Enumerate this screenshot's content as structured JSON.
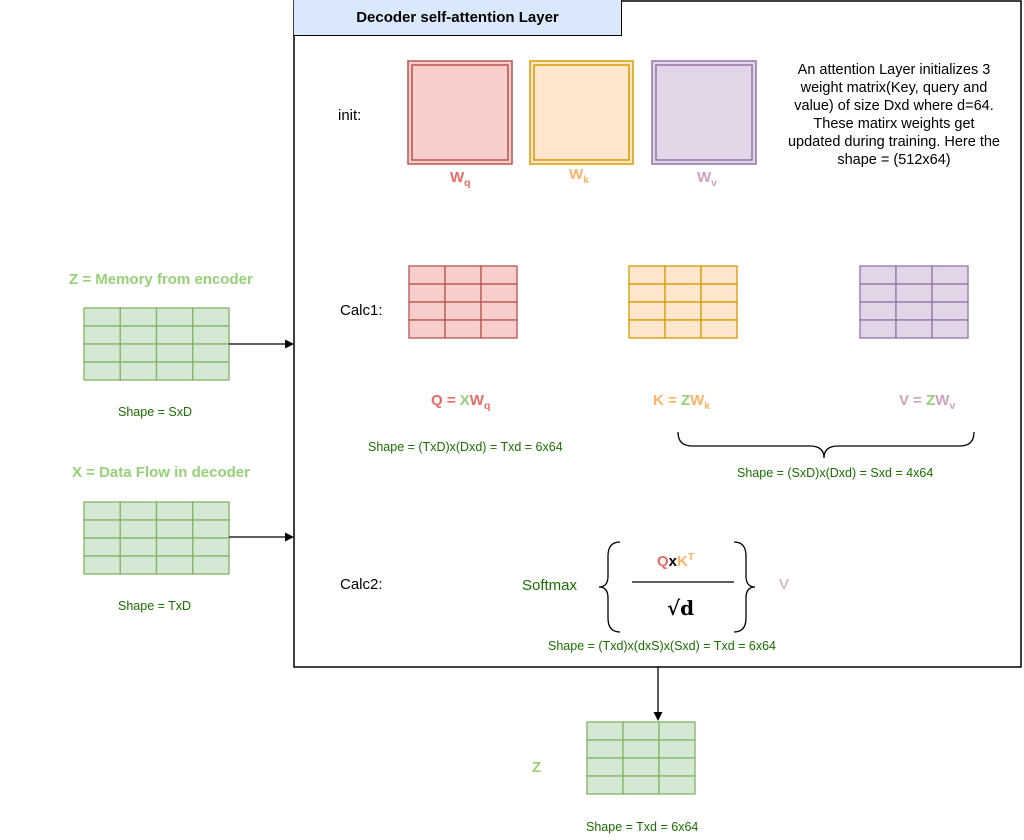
{
  "layer_title": "Decoder self-attention Layer",
  "steps": {
    "init": "init:",
    "calc1": "Calc1:",
    "calc2": "Calc2:"
  },
  "init_description": "An attention Layer initializes 3 weight matrix(Key, query and value) of size Dxd where d=64. These matirx weights get updated during training. Here the shape = (512x64)",
  "weights": {
    "wq": {
      "base": "W",
      "sub": "q"
    },
    "wk": {
      "base": "W",
      "sub": "k"
    },
    "wv": {
      "base": "W",
      "sub": "v"
    }
  },
  "inputs": {
    "memory": {
      "title": "Z = Memory from encoder",
      "shape": "Shape = SxD"
    },
    "dataflow": {
      "title": "X = Data Flow in decoder",
      "shape": "Shape = TxD"
    }
  },
  "calc1": {
    "q": {
      "lhs": "Q = ",
      "mid": "X",
      "w": "W",
      "sub": "q"
    },
    "k": {
      "lhs": "K = ",
      "mid": "Z",
      "w": "W",
      "sub": "k"
    },
    "v": {
      "lhs": "V = ",
      "mid": "Z",
      "w": "W",
      "sub": "v"
    },
    "q_shape": "Shape = (TxD)x(Dxd) = Txd = 6x64",
    "kv_shape": "Shape = (SxD)x(Dxd) = Sxd = 4x64"
  },
  "calc2": {
    "softmax": "Softmax",
    "num_q": "Q",
    "num_x": "x",
    "num_k": "K",
    "num_sup": "T",
    "denominator": "√d",
    "v": "V",
    "shape": "Shape = (Txd)x(dxS)x(Sxd) = Txd = 6x64"
  },
  "output": {
    "label": "Z",
    "shape": "Shape = Txd = 6x64"
  },
  "colors": {
    "red_fill": "#f8cecc",
    "red_stroke": "#b85450",
    "red_text": "#ea6b66",
    "orange_fill": "#ffe6cc",
    "orange_stroke": "#d79b00",
    "orange_text": "#ffb366",
    "purple_fill": "#e1d5e7",
    "purple_stroke": "#9673a6",
    "purple_text": "#cda2be",
    "green_fill": "#d5e8d4",
    "green_stroke": "#82b366",
    "green_text": "#97d077",
    "dark_green_text": "#1a6f00",
    "title_fill": "#dae8fc"
  }
}
